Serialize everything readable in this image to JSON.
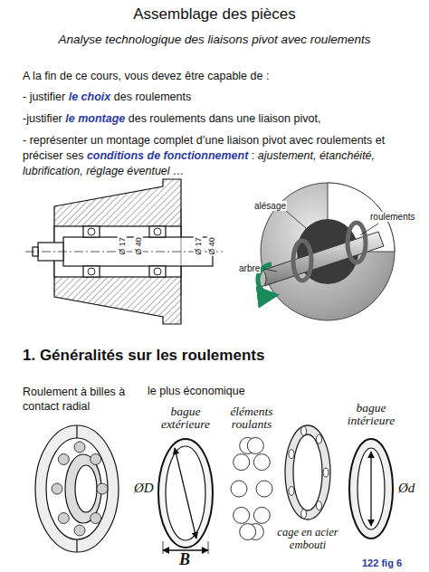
{
  "diagram": {
    "title": "Assemblage des pièces",
    "labels": [
      "Analyse technologique des liaisons pivot avec roulements",
      "A la fin de ce cours, vous devez être capable de :",
      "- justifier",
      "le choix",
      "des roulements",
      "-justifier",
      "le montage",
      "des roulements dans une liaison pivot,",
      "- représenter un montage complet d’une liaison pivot avec roulements et préciser ses",
      "conditions de fonctionnement",
      ":",
      "ajustement, étanchéité, lubrification, réglage éventuel …",
      "alésage",
      "roulements",
      "arbre",
      "Ø 17",
      "Ø 40",
      "Ø 17",
      "Ø 40",
      "1. Généralités sur les roulements",
      "Roulement à billes à contact radial",
      "le plus économique",
      "bague extérieure",
      "éléments roulants",
      "bague intérieure",
      "ØD",
      "Ød",
      "B",
      "cage en acier embouti",
      "122 fig 6"
    ]
  }
}
